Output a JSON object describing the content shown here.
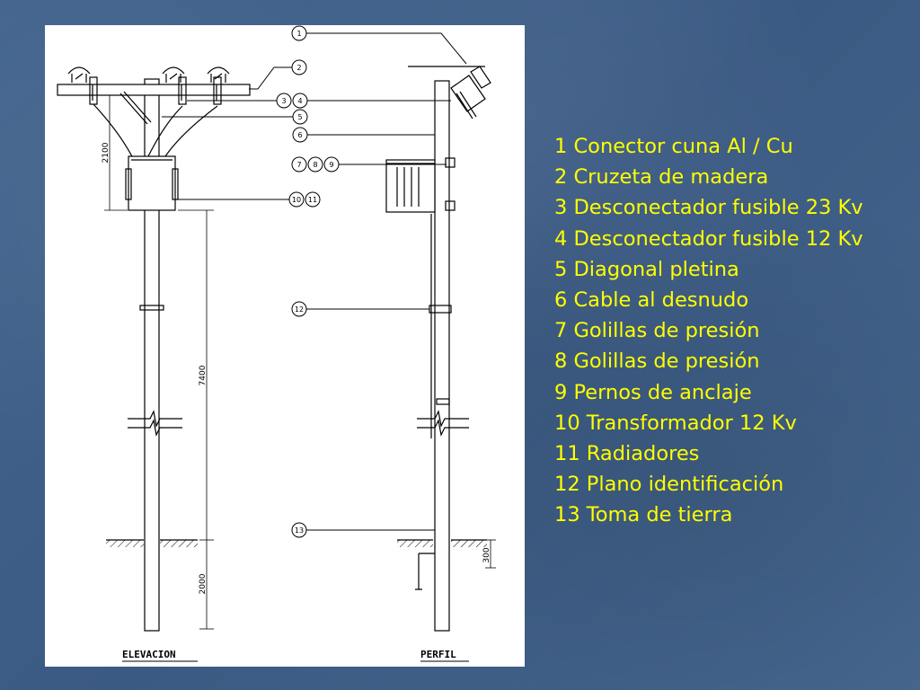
{
  "legend": [
    "1 Conector cuna Al / Cu",
    "2 Cruzeta de madera",
    "3 Desconectador fusible 23 Kv",
    "4 Desconectador fusible 12 Kv",
    "5 Diagonal pletina",
    "6 Cable al desnudo",
    "7 Golillas de presión",
    "8 Golillas de presión",
    "9 Pernos de anclaje",
    "10 Transformador 12 Kv",
    "11 Radiadores",
    "12 Plano identificación",
    "13 Toma de tierra"
  ],
  "drawing": {
    "elevation_title": "ELEVACION",
    "profile_title": "PERFIL",
    "dimensions": {
      "d2100": "2100",
      "d7400": "7400",
      "d2000": "2000",
      "d300": "300"
    },
    "callouts": {
      "c1": "1",
      "c2": "2",
      "c3": "3",
      "c4": "4",
      "c5": "5",
      "c6": "6",
      "c7": "7",
      "c8": "8",
      "c9": "9",
      "c10": "10",
      "c11": "11",
      "c12": "12",
      "c13": "13"
    }
  },
  "colors": {
    "background": "#3f5f88",
    "legend_text": "#ffff00",
    "panel": "#ffffff"
  }
}
